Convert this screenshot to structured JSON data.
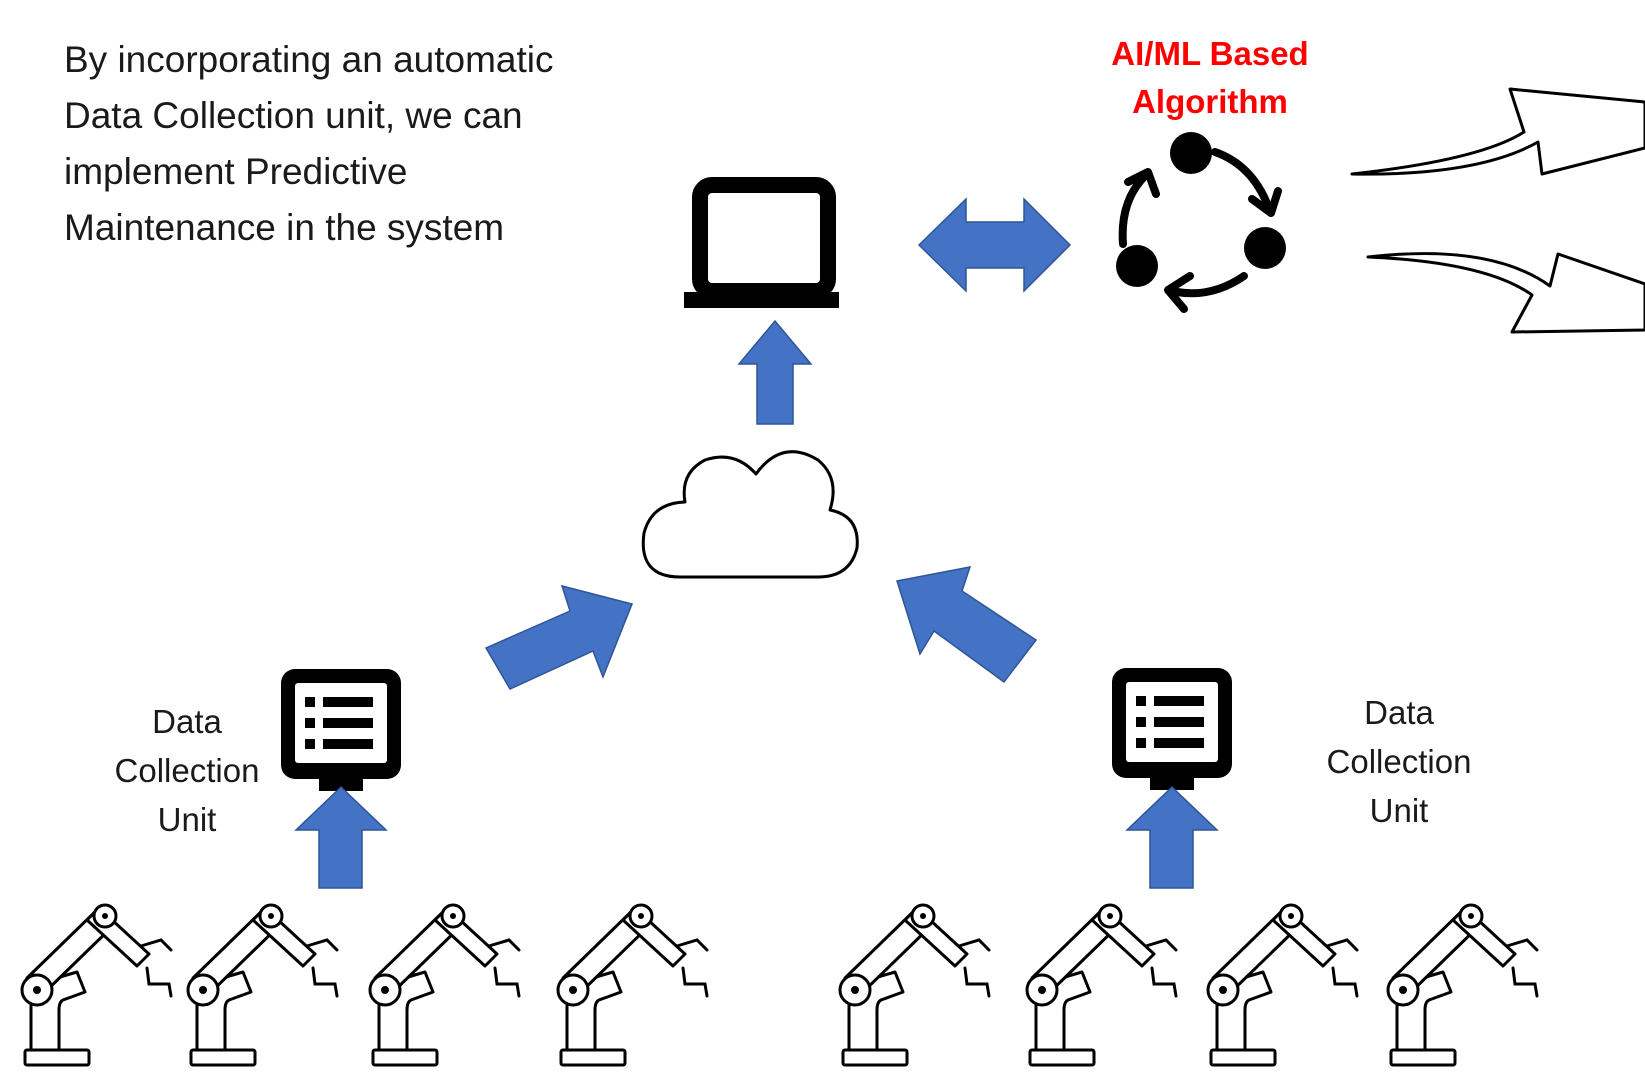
{
  "intro_text": "By incorporating an automatic Data Collection unit, we can implement Predictive Maintenance in the system",
  "algorithm_label": "AI/ML Based Algorithm",
  "dcu_left": {
    "line1": "Data",
    "line2": "Collection",
    "line3": "Unit"
  },
  "dcu_right": {
    "line1": "Data",
    "line2": "Collection",
    "line3": "Unit"
  },
  "colors": {
    "arrow_fill": "#4472c4",
    "arrow_stroke": "#2f5597",
    "icon": "#000000",
    "algorithm_label": "#ff0000"
  },
  "icons": [
    "laptop-icon",
    "cloud-icon",
    "cycle-algorithm-icon",
    "monitor-list-icon",
    "robot-arm-icon",
    "outline-curved-arrow-icon"
  ]
}
